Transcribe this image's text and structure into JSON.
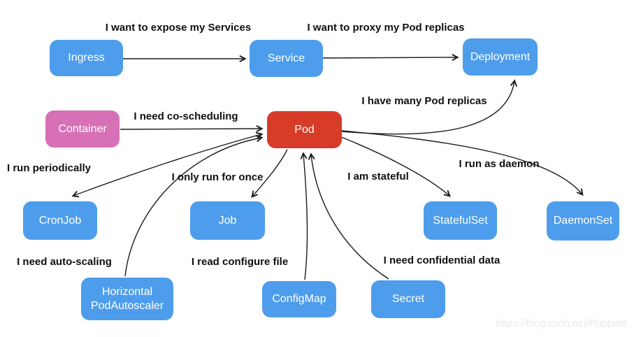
{
  "colors": {
    "node_blue": "#4d9dec",
    "node_red": "#d63c28",
    "node_pink": "#d870b5",
    "arrow": "#1b1b1b",
    "label_text": "#101010",
    "node_text": "#ffffff",
    "watermark": "#eaeaea"
  },
  "nodes": {
    "ingress": "Ingress",
    "service": "Service",
    "deployment": "Deployment",
    "container": "Container",
    "pod": "Pod",
    "cronjob": "CronJob",
    "job": "Job",
    "statefulset": "StatefulSet",
    "daemonset": "DaemonSet",
    "hpa_line1": "Horizontal",
    "hpa_line2": "PodAutoscaler",
    "configmap": "ConfigMap",
    "secret": "Secret"
  },
  "labels": {
    "expose": "I want to expose my Services",
    "proxy": "I want to proxy my Pod replicas",
    "coscheduling": "I need co-scheduling",
    "many_replicas": "I have many Pod replicas",
    "periodically": "I run periodically",
    "once": "I only run for once",
    "stateful": "I am stateful",
    "daemon": "I run as daemon",
    "autoscaling": "I need auto-scaling",
    "configure": "I read configure file",
    "confidential": "I need confidential data"
  },
  "edges": [
    {
      "from": "Ingress",
      "to": "Service",
      "label": "I want to expose my Services"
    },
    {
      "from": "Service",
      "to": "Deployment",
      "label": "I want to proxy my Pod replicas"
    },
    {
      "from": "Container",
      "to": "Pod",
      "label": "I need co-scheduling"
    },
    {
      "from": "Pod",
      "to": "Deployment",
      "label": "I have many Pod replicas"
    },
    {
      "from": "Pod",
      "to": "CronJob",
      "label": "I run periodically",
      "bidirectional": true
    },
    {
      "from": "HorizontalPodAutoscaler",
      "to": "Pod",
      "label": "I need auto-scaling"
    },
    {
      "from": "Pod",
      "to": "Job",
      "label": "I only run for once"
    },
    {
      "from": "ConfigMap",
      "to": "Pod",
      "label": "I read configure file"
    },
    {
      "from": "Secret",
      "to": "Pod",
      "label": "I need confidential data"
    },
    {
      "from": "Pod",
      "to": "StatefulSet",
      "label": "I am stateful"
    },
    {
      "from": "Pod",
      "to": "DaemonSet",
      "label": "I run as daemon"
    }
  ],
  "watermark": "https://blog.csdn.net/Puppettt"
}
